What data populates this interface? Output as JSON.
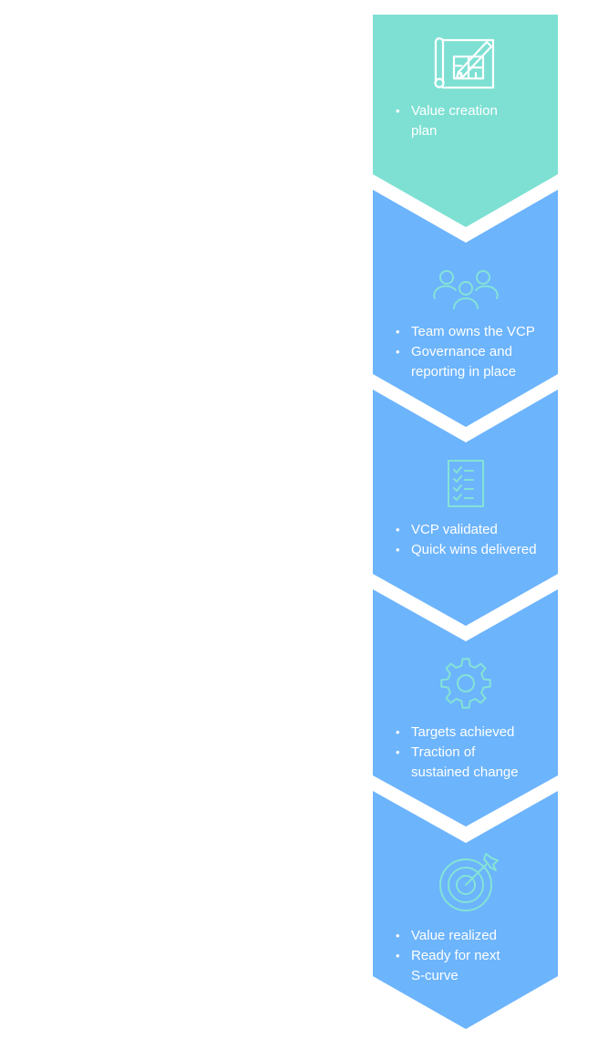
{
  "diagram": {
    "type": "vertical-chevron-process",
    "colors": {
      "first_stage": "#7ee0d3",
      "stage": "#6cb4fc",
      "icon_on_blue": "#84e3d6",
      "icon_on_teal": "#ffffff",
      "text": "#ffffff"
    },
    "stages": [
      {
        "icon": "blueprint-pencil-icon",
        "bullets": [
          "Value creation",
          "plan"
        ],
        "wrapped": true
      },
      {
        "icon": "team-people-icon",
        "bullets": [
          "Team owns the VCP",
          "Governance and",
          "reporting in place"
        ]
      },
      {
        "icon": "checklist-icon",
        "bullets": [
          "VCP validated",
          "Quick wins delivered"
        ]
      },
      {
        "icon": "gear-icon",
        "bullets": [
          "Targets achieved",
          "Traction of",
          "sustained change"
        ]
      },
      {
        "icon": "target-arrow-icon",
        "bullets": [
          "Value realized",
          "Ready for next",
          "S-curve"
        ]
      }
    ]
  }
}
